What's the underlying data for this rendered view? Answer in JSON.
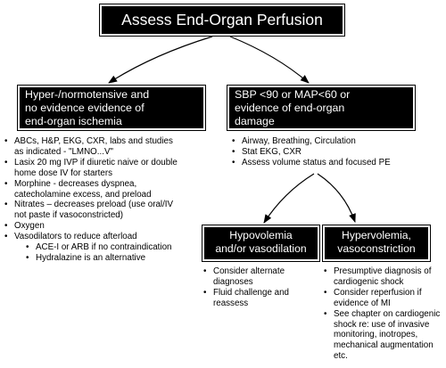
{
  "title": "Assess End-Organ Perfusion",
  "left": {
    "header_lines": [
      "Hyper-/normotensive and",
      "no evidence evidence of",
      "end-organ ischemia"
    ],
    "items": [
      {
        "lines": [
          "ABCs, H&P, EKG, CXR, labs and studies",
          "as indicated - \"LMNO...V\""
        ]
      },
      {
        "lines": [
          "Lasix 20 mg IVP if diuretic naive or double",
          "home dose IV for starters"
        ]
      },
      {
        "lines": [
          "Morphine - decreases dyspnea,",
          "catecholamine excess, and preload"
        ]
      },
      {
        "lines": [
          "Nitrates – decreases preload (use oral/IV",
          "not paste if vasoconstricted)"
        ]
      },
      {
        "lines": [
          "Oxygen"
        ]
      },
      {
        "lines": [
          "Vasodilators to reduce afterload"
        ],
        "subitems": [
          "ACE-I or ARB if no contraindication",
          "Hydralazine is an alternative"
        ]
      }
    ]
  },
  "right": {
    "header_lines": [
      "SBP <90 or MAP<60 or",
      "evidence of  end-organ",
      "damage"
    ],
    "items": [
      {
        "lines": [
          "Airway, Breathing, Circulation"
        ]
      },
      {
        "lines": [
          "Stat EKG, CXR"
        ]
      },
      {
        "lines": [
          "Assess volume status and focused PE"
        ]
      }
    ]
  },
  "hypovolemia": {
    "header_lines": [
      "Hypovolemia",
      "and/or vasodilation"
    ],
    "items": [
      {
        "lines": [
          "Consider alternate",
          "diagnoses"
        ]
      },
      {
        "lines": [
          "Fluid challenge and",
          "reassess"
        ]
      }
    ]
  },
  "hypervolemia": {
    "header_lines": [
      "Hypervolemia,",
      "vasoconstriction"
    ],
    "items": [
      {
        "lines": [
          "Presumptive diagnosis of",
          "cardiogenic shock"
        ]
      },
      {
        "lines": [
          "Consider reperfusion if",
          "evidence of MI"
        ]
      },
      {
        "lines": [
          "See chapter on cardiogenic",
          "shock re: use of invasive",
          "monitoring, inotropes,",
          "mechanical augmentation",
          "etc."
        ]
      }
    ]
  }
}
